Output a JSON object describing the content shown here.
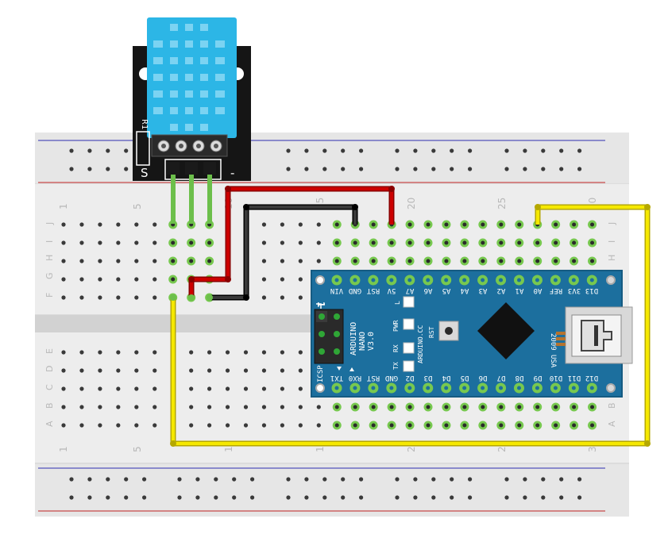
{
  "breadboard": {
    "column_numbers_top": [
      "1",
      "5",
      "10",
      "15",
      "20",
      "25",
      "30"
    ],
    "column_numbers_bottom": [
      "1",
      "5",
      "1",
      "1",
      "2",
      "2",
      "3"
    ],
    "rows_top": [
      "J",
      "I",
      "H",
      "G",
      "F"
    ],
    "rows_bottom": [
      "E",
      "D",
      "C",
      "B",
      "A"
    ]
  },
  "sensor_module": {
    "resistor_label": "R1",
    "signal_label": "S",
    "ground_label": "-"
  },
  "arduino": {
    "top_pins": [
      "D13",
      "3V3",
      "REF",
      "A0",
      "A1",
      "A2",
      "A3",
      "A4",
      "A5",
      "A6",
      "A7",
      "5V",
      "RST",
      "GND",
      "VIN"
    ],
    "bottom_pins": [
      "D12",
      "D11",
      "D10",
      "D9",
      "D8",
      "D7",
      "D6",
      "D5",
      "D4",
      "D3",
      "D2",
      "GND",
      "RST",
      "RX0",
      "TX1"
    ],
    "board_name": "ARDUINO",
    "board_model": "NANO",
    "board_version": "V3.0",
    "site": "ARDUINO.CC",
    "year": "2009",
    "country": "USA",
    "icsp": "ICSP",
    "pin1": "1",
    "led_labels": [
      "L",
      "PWR",
      "RX",
      "TX"
    ],
    "reset_label": "RST"
  },
  "wire_colors": {
    "signal": "#f2e200",
    "power": "#c40000",
    "ground": "#1a1a1a",
    "leads": "#6cbf4b"
  }
}
